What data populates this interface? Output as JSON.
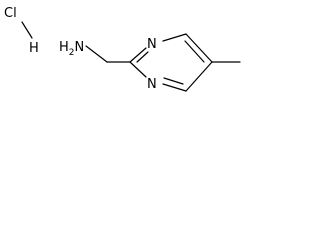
{
  "molecule": {
    "salt": {
      "chlorine": "Cl",
      "hydrogen": "H"
    },
    "amine": "NH2",
    "ring": {
      "n_top": "N",
      "n_bottom": "N"
    },
    "methyl": ""
  },
  "colors": {
    "ink": "#000000",
    "background": "#ffffff"
  }
}
